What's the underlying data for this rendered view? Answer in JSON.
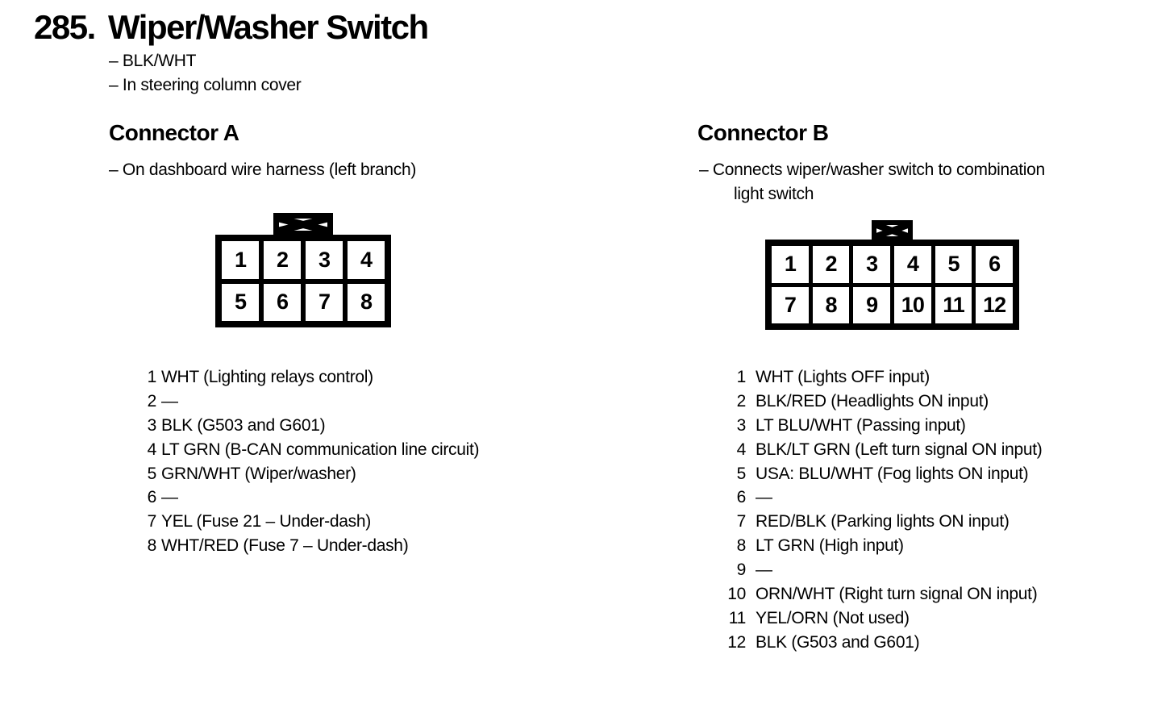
{
  "page": {
    "number": "285.",
    "title": "Wiper/Washer Switch",
    "notes": [
      "– BLK/WHT",
      "– In steering column cover"
    ]
  },
  "colors": {
    "ink": "#000000",
    "paper": "#ffffff"
  },
  "icons": {
    "keying_tab": "x-mark"
  },
  "connector_a": {
    "heading": "Connector A",
    "description": "– On dashboard wire harness (left branch)",
    "diagram": {
      "type": "connector-pin-grid",
      "rows": 2,
      "cols": 4,
      "cells": [
        "1",
        "2",
        "3",
        "4",
        "5",
        "6",
        "7",
        "8"
      ]
    },
    "pins": [
      {
        "num": "1",
        "desc": "WHT (Lighting relays control)"
      },
      {
        "num": "2",
        "desc": "—"
      },
      {
        "num": "3",
        "desc": "BLK (G503 and G601)"
      },
      {
        "num": "4",
        "desc": "LT GRN (B-CAN communication line circuit)"
      },
      {
        "num": "5",
        "desc": "GRN/WHT (Wiper/washer)"
      },
      {
        "num": "6",
        "desc": "—"
      },
      {
        "num": "7",
        "desc": "YEL (Fuse 21 – Under-dash)"
      },
      {
        "num": "8",
        "desc": "WHT/RED (Fuse 7 – Under-dash)"
      }
    ]
  },
  "connector_b": {
    "heading": "Connector B",
    "description_line1": "– Connects wiper/washer switch to combination",
    "description_line2": "light switch",
    "diagram": {
      "type": "connector-pin-grid",
      "rows": 2,
      "cols": 6,
      "cells": [
        "1",
        "2",
        "3",
        "4",
        "5",
        "6",
        "7",
        "8",
        "9",
        "10",
        "11",
        "12"
      ]
    },
    "pins": [
      {
        "num": "1",
        "desc": "WHT (Lights OFF input)"
      },
      {
        "num": "2",
        "desc": "BLK/RED (Headlights ON input)"
      },
      {
        "num": "3",
        "desc": "LT BLU/WHT (Passing input)"
      },
      {
        "num": "4",
        "desc": "BLK/LT GRN (Left turn signal ON input)"
      },
      {
        "num": "5",
        "desc": "USA: BLU/WHT (Fog lights ON input)"
      },
      {
        "num": "6",
        "desc": "—"
      },
      {
        "num": "7",
        "desc": "RED/BLK (Parking lights ON input)"
      },
      {
        "num": "8",
        "desc": "LT GRN (High input)"
      },
      {
        "num": "9",
        "desc": "—"
      },
      {
        "num": "10",
        "desc": "ORN/WHT (Right turn signal ON input)"
      },
      {
        "num": "11",
        "desc": "YEL/ORN (Not used)"
      },
      {
        "num": "12",
        "desc": "BLK (G503 and G601)"
      }
    ]
  }
}
